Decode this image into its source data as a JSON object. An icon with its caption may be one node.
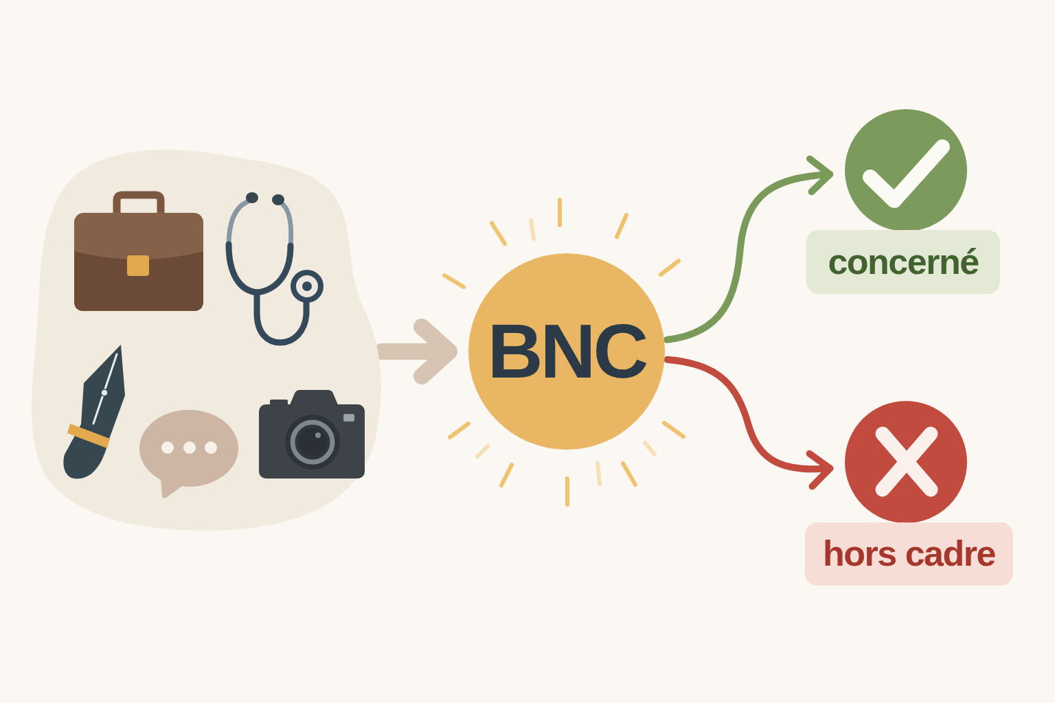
{
  "diagram": {
    "nodes": [
      {
        "text": [],
        "shape": "picture"
      },
      {
        "text": [
          "BNC"
        ]
      },
      {
        "text": [],
        "shape": "circle"
      },
      {
        "text": [
          "concerné"
        ]
      },
      {
        "text": [],
        "shape": "circle"
      },
      {
        "text": [
          "hors cadre"
        ]
      }
    ],
    "edges": [
      {
        "from": 0,
        "to": 1,
        "arrow": "to",
        "style": "thick",
        "color": "#d8c4b2"
      },
      {
        "from": 1,
        "to": 2,
        "arrow": "to",
        "color": "#7a9a5a"
      },
      {
        "from": 1,
        "to": 4,
        "arrow": "to",
        "color": "#c24b3f"
      }
    ]
  }
}
